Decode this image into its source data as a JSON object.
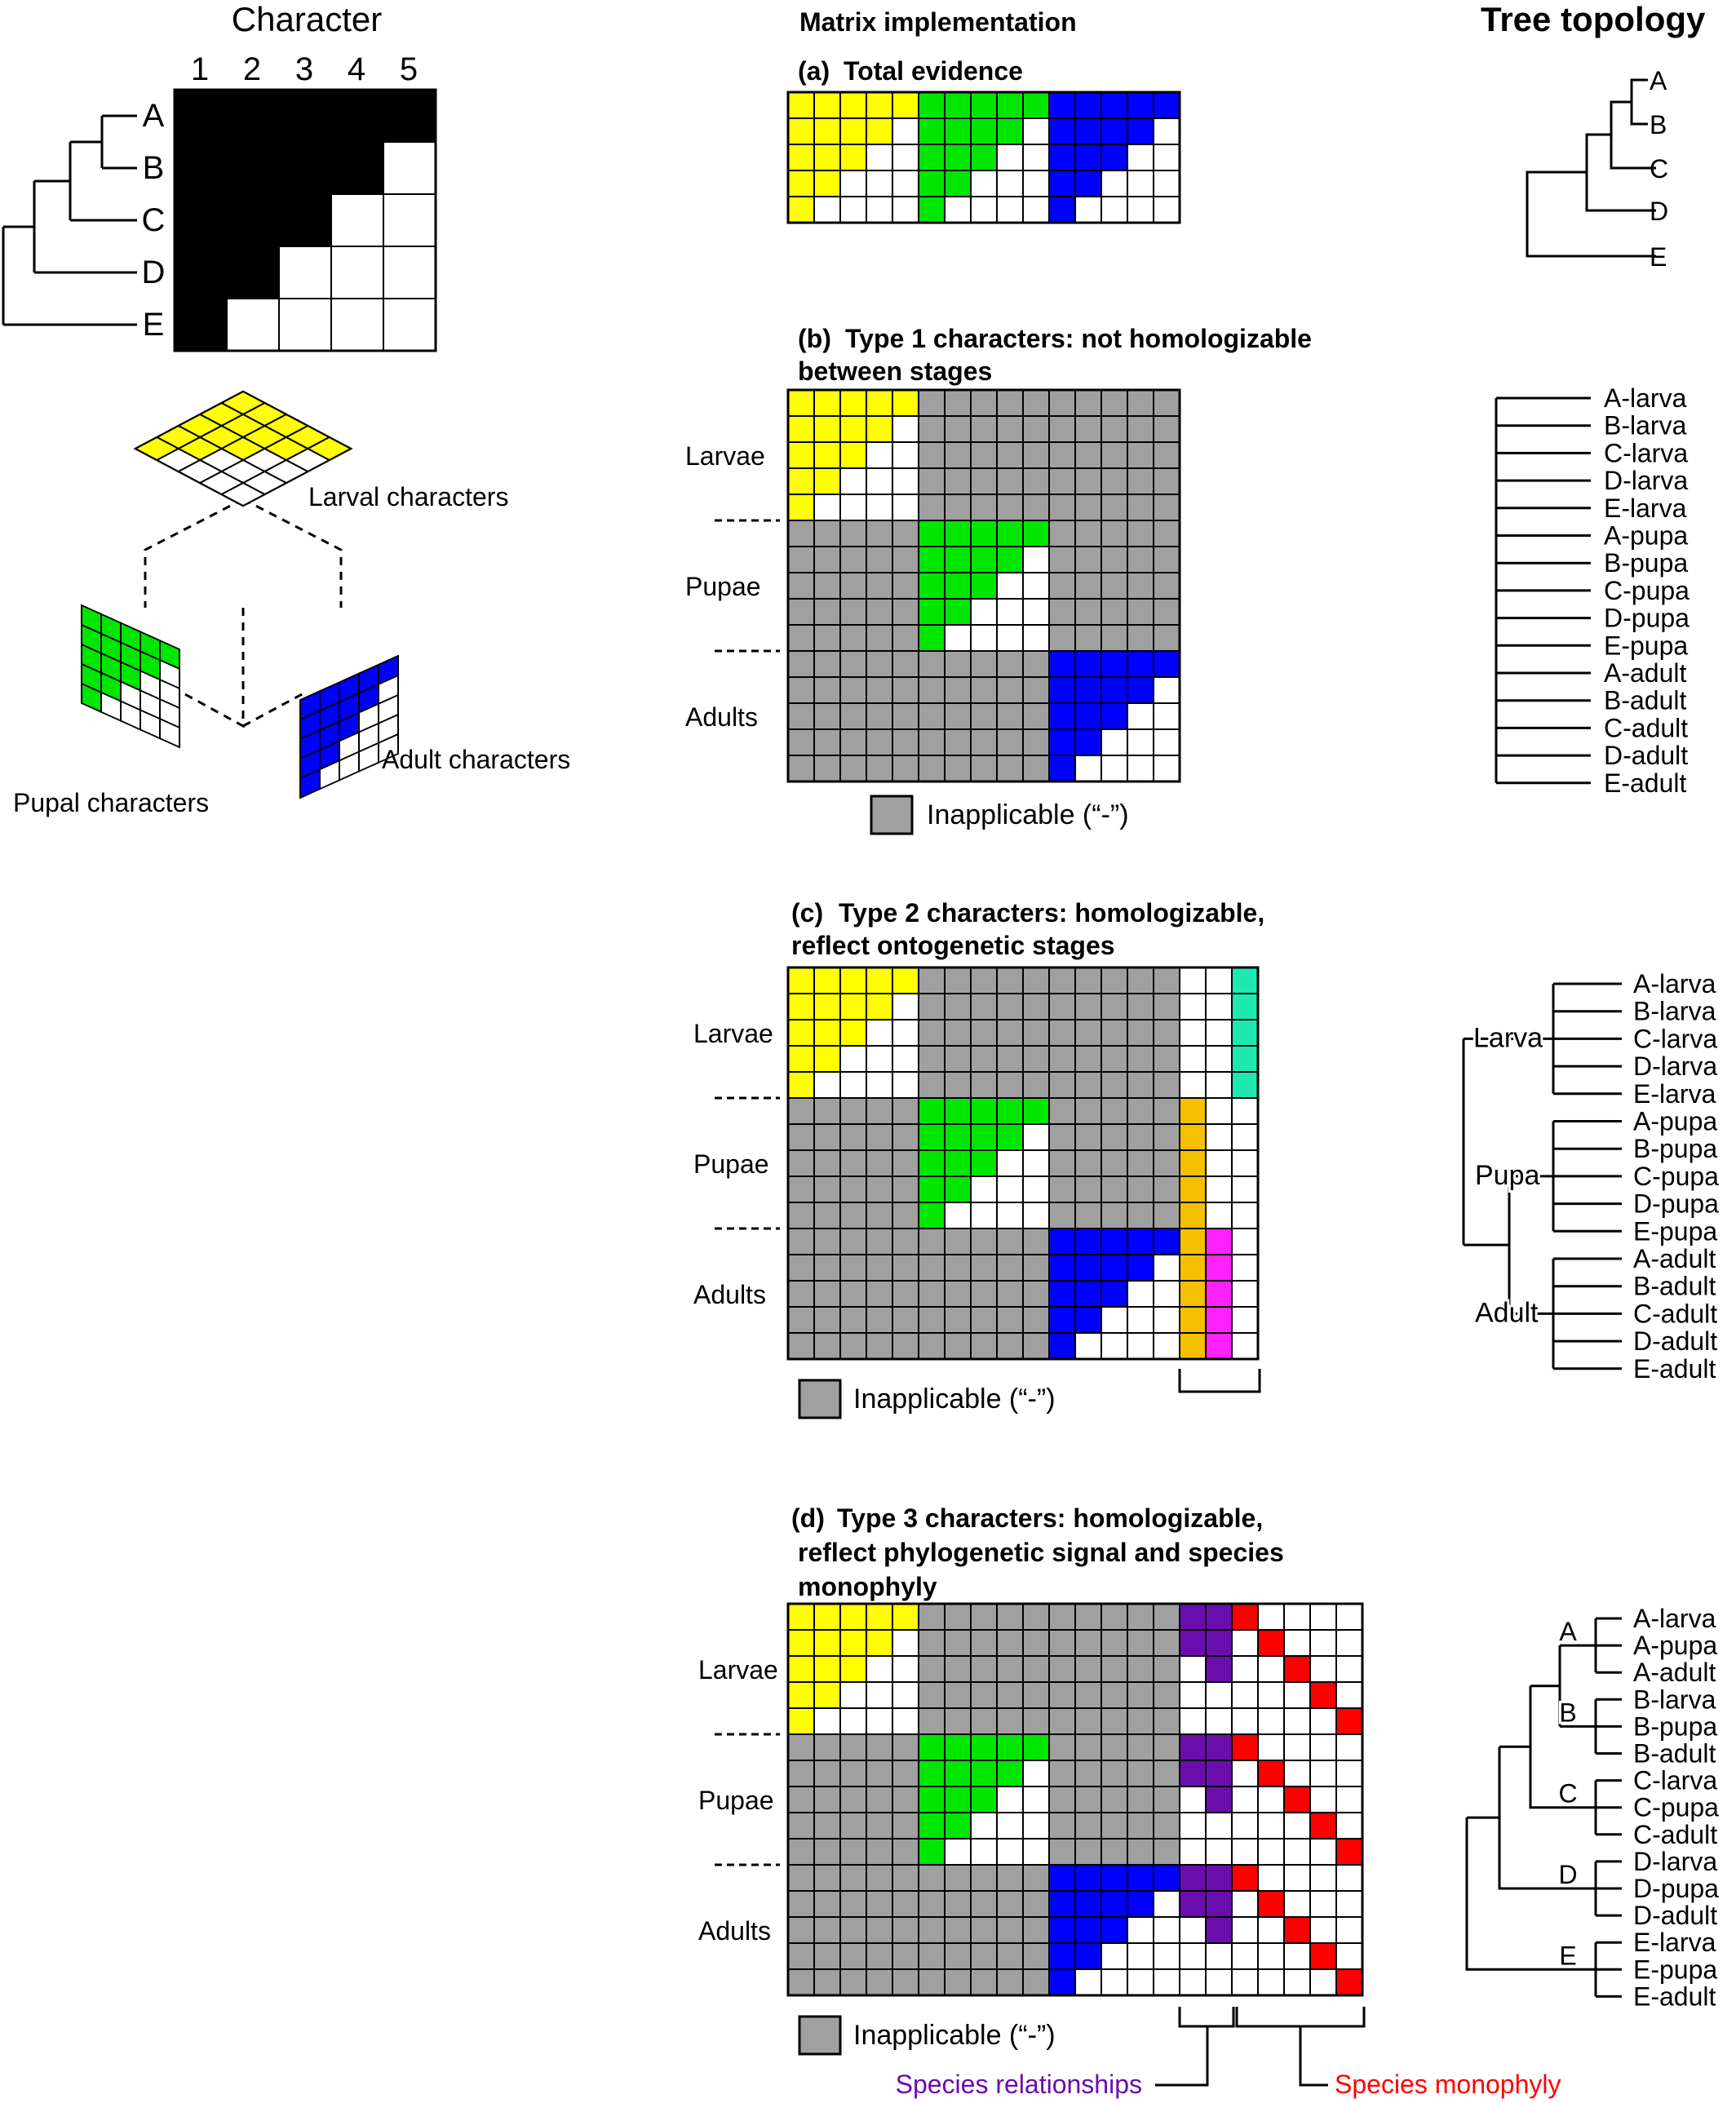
{
  "colors": {
    "yellow": "#ffff00",
    "green": "#00e600",
    "blue": "#0000ff",
    "gray": "#a0a0a0",
    "white": "#ffffff",
    "black": "#000000",
    "teal": "#1de9b0",
    "orange": "#f5c000",
    "magenta": "#ff22ff",
    "purple": "#6a0dad",
    "red": "#ff0000"
  },
  "character_panel": {
    "title": "Character",
    "columns": [
      "1",
      "2",
      "3",
      "4",
      "5"
    ],
    "taxa": [
      "A",
      "B",
      "C",
      "D",
      "E"
    ]
  },
  "cube": {
    "larval": "Larval characters",
    "pupal": "Pupal characters",
    "adult": "Adult characters"
  },
  "headers": {
    "matrix": "Matrix implementation",
    "tree": "Tree topology"
  },
  "panel_a": {
    "letter": "(a)",
    "title": "Total evidence",
    "taxa": [
      "A",
      "B",
      "C",
      "D",
      "E"
    ]
  },
  "panel_b": {
    "letter": "(b)",
    "title_line1": "Type 1 characters: not homologizable",
    "title_line2": "between stages",
    "row_groups": [
      "Larvae",
      "Pupae",
      "Adults"
    ],
    "legend": "Inapplicable (“-”)",
    "leaves": [
      "A-larva",
      "B-larva",
      "C-larva",
      "D-larva",
      "E-larva",
      "A-pupa",
      "B-pupa",
      "C-pupa",
      "D-pupa",
      "E-pupa",
      "A-adult",
      "B-adult",
      "C-adult",
      "D-adult",
      "E-adult"
    ]
  },
  "panel_c": {
    "letter": "(c)",
    "title_line1": "Type 2 characters: homologizable,",
    "title_line2": "reflect ontogenetic stages",
    "row_groups": [
      "Larvae",
      "Pupae",
      "Adults"
    ],
    "legend": "Inapplicable (“-”)",
    "clade_labels": [
      "Larva",
      "Pupa",
      "Adult"
    ],
    "leaves": [
      "A-larva",
      "B-larva",
      "C-larva",
      "D-larva",
      "E-larva",
      "A-pupa",
      "B-pupa",
      "C-pupa",
      "D-pupa",
      "E-pupa",
      "A-adult",
      "B-adult",
      "C-adult",
      "D-adult",
      "E-adult"
    ]
  },
  "panel_d": {
    "letter": "(d)",
    "title_line1": "Type 3 characters: homologizable,",
    "title_line2": "reflect phylogenetic signal and species",
    "title_line3": "monophyly",
    "row_groups": [
      "Larvae",
      "Pupae",
      "Adults"
    ],
    "legend": "Inapplicable (“-”)",
    "species_relationships": "Species relationships",
    "species_monophyly": "Species monophyly",
    "clade_labels": [
      "A",
      "B",
      "C",
      "D",
      "E"
    ],
    "leaves": [
      "A-larva",
      "A-pupa",
      "A-adult",
      "B-larva",
      "B-pupa",
      "B-adult",
      "C-larva",
      "C-pupa",
      "C-adult",
      "D-larva",
      "D-pupa",
      "D-adult",
      "E-larva",
      "E-pupa",
      "E-adult"
    ]
  }
}
